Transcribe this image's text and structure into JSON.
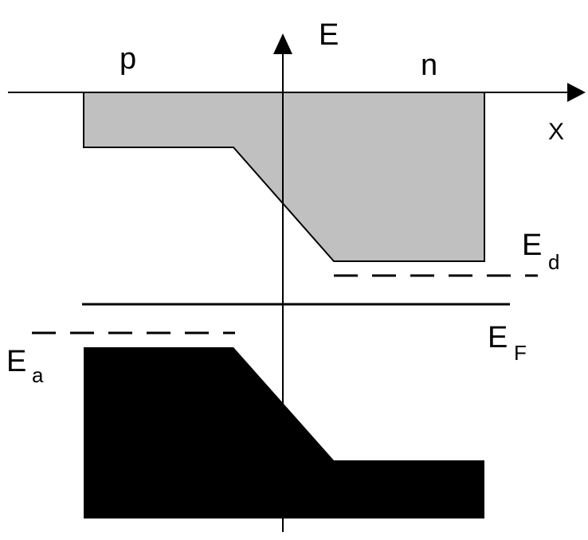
{
  "diagram": {
    "axis_energy_label": "E",
    "axis_position_label": "X",
    "region_p_label": "p",
    "region_n_label": "n",
    "donor_level": {
      "letter": "E",
      "subscript": "d"
    },
    "fermi_level": {
      "letter": "E",
      "subscript": "F"
    },
    "acceptor_level": {
      "letter": "E",
      "subscript": "a"
    }
  },
  "colors": {
    "background": "#ffffff",
    "conduction_band_fill": "#c0c0c0",
    "valence_band_fill": "#000000",
    "line": "#000000"
  }
}
